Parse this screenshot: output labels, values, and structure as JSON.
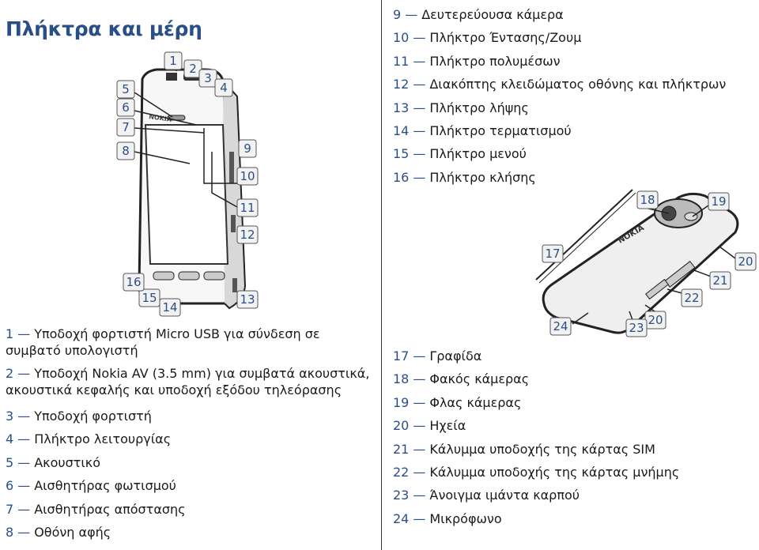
{
  "page_title": "Πλήκτρα και μέρη",
  "legend_left": [
    {
      "num": "1",
      "text": "Υποδοχή φορτιστή Micro USB για σύνδεση σε συμβατό υπολογιστή"
    },
    {
      "num": "2",
      "text": "Υποδοχή Nokia AV (3.5 mm) για συμβατά ακουστικά, ακουστικά κεφαλής και υποδοχή εξόδου τηλεόρασης"
    },
    {
      "num": "3",
      "text": "Υποδοχή φορτιστή"
    },
    {
      "num": "4",
      "text": "Πλήκτρο λειτουργίας"
    },
    {
      "num": "5",
      "text": "Ακουστικό"
    },
    {
      "num": "6",
      "text": "Αισθητήρας φωτισμού"
    },
    {
      "num": "7",
      "text": "Αισθητήρας απόστασης"
    },
    {
      "num": "8",
      "text": "Οθόνη αφής"
    }
  ],
  "legend_top_right": [
    {
      "num": "9",
      "text": "Δευτερεύουσα κάμερα"
    },
    {
      "num": "10",
      "text": "Πλήκτρο Έντασης/Ζουμ"
    },
    {
      "num": "11",
      "text": "Πλήκτρο πολυμέσων"
    },
    {
      "num": "12",
      "text": "Διακόπτης κλειδώματος οθόνης και πλήκτρων"
    },
    {
      "num": "13",
      "text": "Πλήκτρο λήψης"
    },
    {
      "num": "14",
      "text": "Πλήκτρο τερματισμού"
    },
    {
      "num": "15",
      "text": "Πλήκτρο μενού"
    },
    {
      "num": "16",
      "text": "Πλήκτρο κλήσης"
    }
  ],
  "legend_bottom_right": [
    {
      "num": "17",
      "text": "Γραφίδα"
    },
    {
      "num": "18",
      "text": "Φακός κάμερας"
    },
    {
      "num": "19",
      "text": "Φλας κάμερας"
    },
    {
      "num": "20",
      "text": "Ηχεία"
    },
    {
      "num": "21",
      "text": "Κάλυμμα υποδοχής της κάρτας SIM"
    },
    {
      "num": "22",
      "text": "Κάλυμμα υποδοχής της κάρτας μνήμης"
    },
    {
      "num": "23",
      "text": "Άνοιγμα ιμάντα καρπού"
    },
    {
      "num": "24",
      "text": "Μικρόφωνο"
    }
  ],
  "device_brand": "NOKIA",
  "front_callouts": [
    "1",
    "2",
    "3",
    "4",
    "5",
    "6",
    "7",
    "8",
    "9",
    "10",
    "11",
    "12",
    "13",
    "14",
    "15",
    "16"
  ],
  "back_callouts": [
    "17",
    "18",
    "19",
    "20",
    "20",
    "21",
    "22",
    "23",
    "24"
  ]
}
